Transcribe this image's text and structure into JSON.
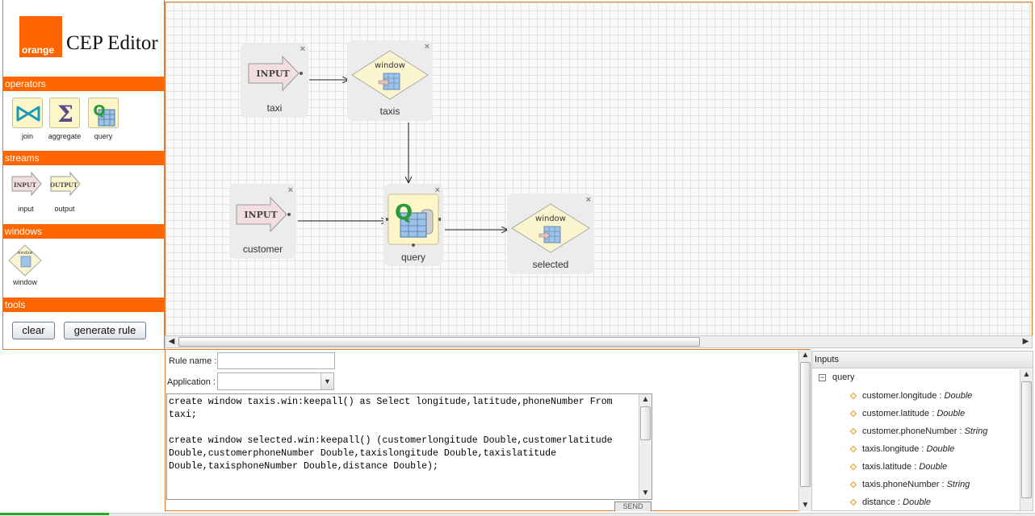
{
  "app": {
    "logo_text": "orange",
    "title": "CEP Editor"
  },
  "palette": {
    "operators": {
      "heading": "operators",
      "items": [
        {
          "label": "join",
          "icon": "join-icon"
        },
        {
          "label": "aggregate",
          "icon": "sigma-icon"
        },
        {
          "label": "query",
          "icon": "query-icon"
        }
      ]
    },
    "streams": {
      "heading": "streams",
      "items": [
        {
          "label": "input",
          "icon_text": "INPUT"
        },
        {
          "label": "output",
          "icon_text": "OUTPUT"
        }
      ]
    },
    "windows": {
      "heading": "windows",
      "items": [
        {
          "label": "window",
          "icon_text": "window"
        }
      ]
    },
    "tools": {
      "heading": "tools",
      "clear_label": "clear",
      "generate_label": "generate rule"
    }
  },
  "diagram": {
    "nodes": {
      "taxi": {
        "label": "taxi",
        "icon_text": "INPUT"
      },
      "taxis": {
        "label": "taxis",
        "icon_text": "window"
      },
      "customer": {
        "label": "customer",
        "icon_text": "INPUT"
      },
      "query": {
        "label": "query"
      },
      "selected": {
        "label": "selected",
        "icon_text": "window"
      }
    },
    "close_glyph": "×"
  },
  "rule": {
    "name_label": "Rule name :",
    "name_value": "",
    "app_label": "Application :",
    "app_value": "",
    "code": "create window taxis.win:keepall() as Select longitude,latitude,phoneNumber From taxi;\n\ncreate window selected.win:keepall() (customerlongitude Double,customerlatitude Double,customerphoneNumber Double,taxislongitude Double,taxislatitude Double,taxisphoneNumber Double,distance Double);",
    "send_label": "SEND"
  },
  "inputs": {
    "header": "Inputs",
    "root": "query",
    "toggle": "−",
    "items": [
      {
        "name": "customer.longitude : ",
        "type": "Double"
      },
      {
        "name": "customer.latitude : ",
        "type": "Double"
      },
      {
        "name": "customer.phoneNumber : ",
        "type": "String"
      },
      {
        "name": "taxis.longitude : ",
        "type": "Double"
      },
      {
        "name": "taxis.latitude : ",
        "type": "Double"
      },
      {
        "name": "taxis.phoneNumber : ",
        "type": "String"
      },
      {
        "name": "distance : ",
        "type": "Double"
      }
    ]
  },
  "colors": {
    "brand": "#ff6600",
    "border": "#e07a2a",
    "node_bg": "#ececec",
    "operator_bg": "#fdf6c8"
  }
}
